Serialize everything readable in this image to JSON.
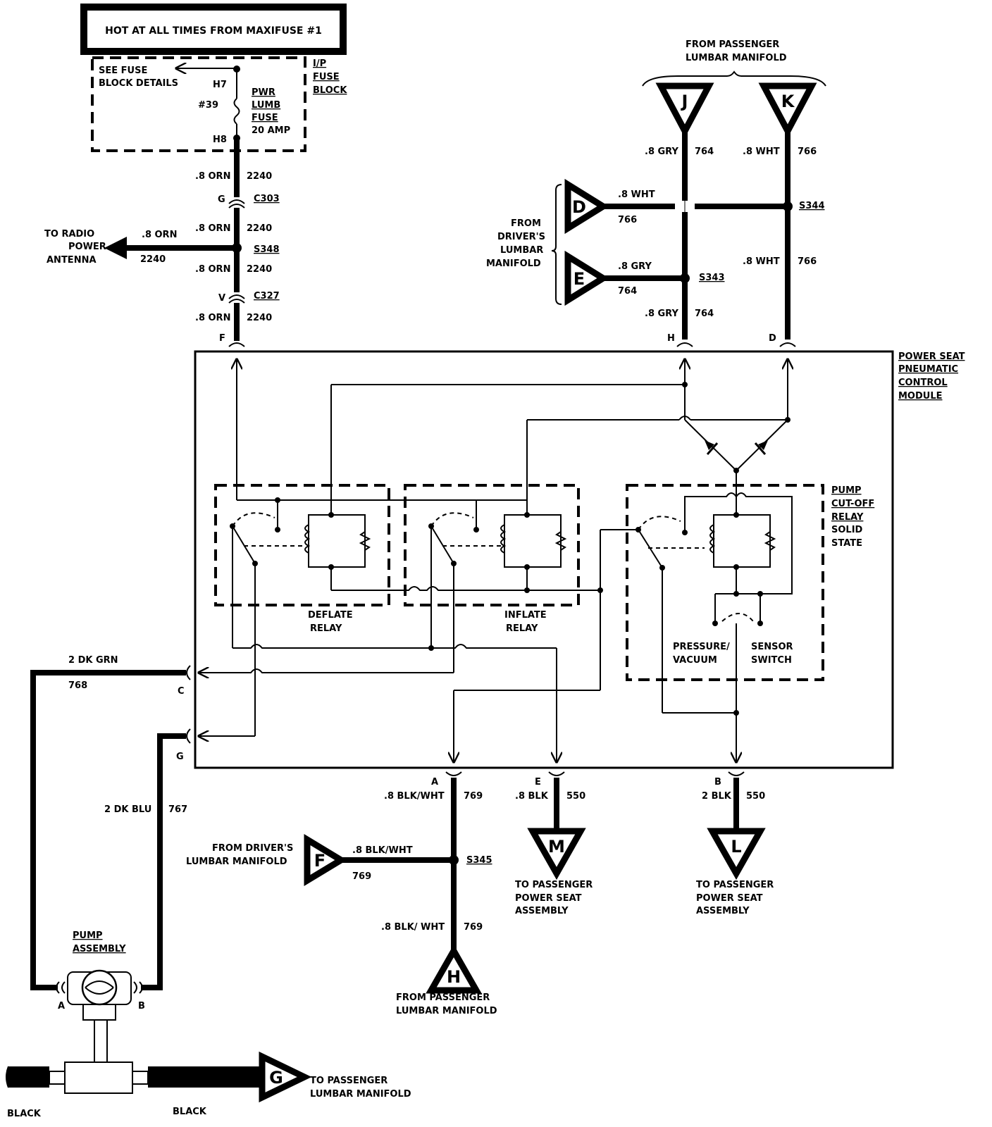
{
  "header": {
    "title": "HOT AT ALL TIMES FROM MAXIFUSE #1"
  },
  "fuse_block": {
    "see_fuse": "SEE FUSE",
    "block_details": "BLOCK DETAILS",
    "h7": "H7",
    "h8": "H8",
    "fuse_no": "#39",
    "fuse_name1": "PWR",
    "fuse_name2": "LUMB",
    "fuse_name3": "FUSE",
    "fuse_rating": "20 AMP",
    "block_label1": "I/P",
    "block_label2": "FUSE",
    "block_label3": "BLOCK"
  },
  "feed": {
    "wire_a": ".8 ORN",
    "circ_a": "2240",
    "c303_pin": "G",
    "c303": "C303",
    "wire_b": ".8 ORN",
    "circ_b": "2240",
    "s348": "S348",
    "radio1": "TO RADIO",
    "radio2": "POWER",
    "radio3": "ANTENNA",
    "radio_wire": ".8 ORN",
    "radio_circ": "2240",
    "wire_c": ".8 ORN",
    "circ_c": "2240",
    "c327_pin": "V",
    "c327": "C327",
    "wire_d": ".8 ORN",
    "circ_d": "2240",
    "pin_f": "F"
  },
  "passenger_top": {
    "from1": "FROM PASSENGER",
    "from2": "LUMBAR MANIFOLD",
    "j": "J",
    "k": "K",
    "j_wire": ".8 GRY",
    "j_circ": "764",
    "k_wire": ".8 WHT",
    "k_circ": "766"
  },
  "driver_manifold": {
    "from1": "FROM",
    "from2": "DRIVER'S",
    "from3": "LUMBAR",
    "from4": "MANIFOLD",
    "d": "D",
    "e": "E",
    "d_wire": ".8 WHT",
    "d_circ": "766",
    "e_wire": ".8 GRY",
    "e_circ": "764",
    "s344": "S344",
    "s343": "S343",
    "k2_wire": ".8 WHT",
    "k2_circ": "766",
    "j2_wire": ".8 GRY",
    "j2_circ": "764",
    "pin_h": "H",
    "pin_d": "D"
  },
  "module": {
    "name1": "POWER SEAT",
    "name2": "PNEUMATIC",
    "name3": "CONTROL",
    "name4": "MODULE",
    "deflate1": "DEFLATE",
    "deflate2": "RELAY",
    "inflate1": "INFLATE",
    "inflate2": "RELAY",
    "pump1": "PUMP",
    "pump2": "CUT-OFF",
    "pump3": "RELAY",
    "pump4": "SOLID",
    "pump5": "STATE",
    "press1": "PRESSURE/",
    "press2": "VACUUM",
    "sensor1": "SENSOR",
    "sensor2": "SWITCH",
    "pin_c": "C",
    "pin_g": "G",
    "pin_a": "A",
    "pin_e": "E",
    "pin_b": "B"
  },
  "pump_side": {
    "c_wire": "2 DK GRN",
    "c_circ": "768",
    "g_wire": "2 DK BLU",
    "g_circ": "767",
    "pump1": "PUMP",
    "pump2": "ASSEMBLY",
    "a": "A",
    "b": "B",
    "black1": "BLACK",
    "black2": "BLACK",
    "g": "G",
    "to1": "TO PASSENGER",
    "to2": "LUMBAR MANIFOLD"
  },
  "bottom": {
    "a_wire": ".8 BLK/WHT",
    "a_circ": "769",
    "e_wire": ".8 BLK",
    "e_circ": "550",
    "b_wire": "2 BLK",
    "b_circ": "550",
    "f": "F",
    "f_from1": "FROM DRIVER'S",
    "f_from2": "LUMBAR  MANIFOLD",
    "f_wire": ".8 BLK/WHT",
    "f_circ": "769",
    "s345": "S345",
    "h_wire": ".8 BLK/ WHT",
    "h_circ": "769",
    "h": "H",
    "h_from1": "FROM PASSENGER",
    "h_from2": "LUMBAR MANIFOLD",
    "m": "M",
    "m_to1": "TO PASSENGER",
    "m_to2": "POWER SEAT",
    "m_to3": "ASSEMBLY",
    "l": "L",
    "l_to1": "TO PASSENGER",
    "l_to2": "POWER SEAT",
    "l_to3": "ASSEMBLY"
  }
}
